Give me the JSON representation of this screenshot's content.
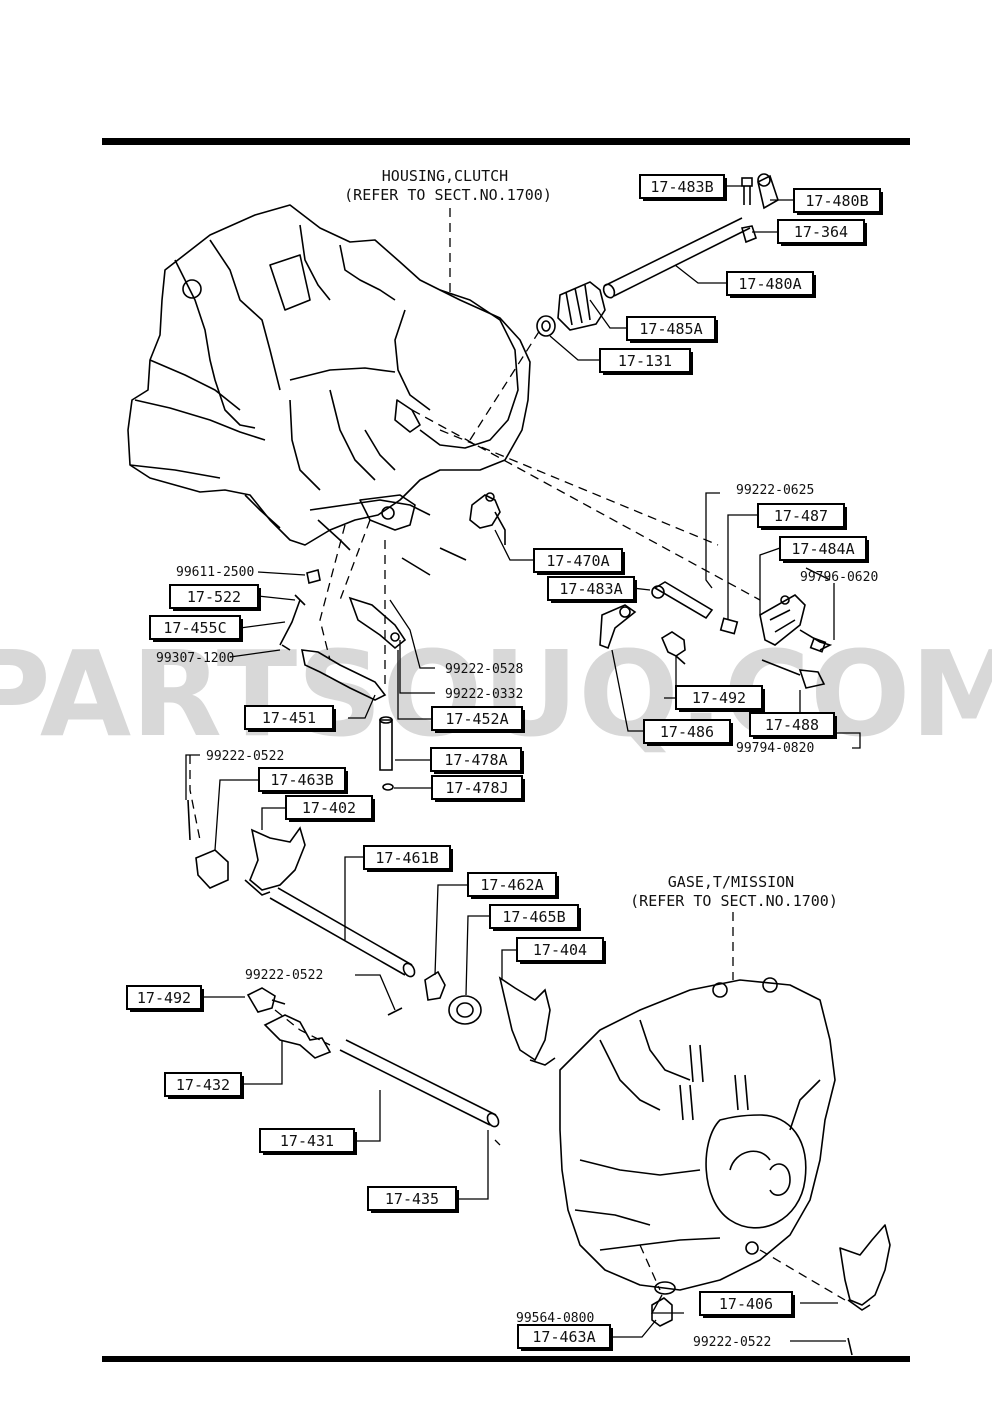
{
  "header_note": {
    "line1": "HOUSING,CLUTCH",
    "line2": "(REFER TO SECT.NO.1700)"
  },
  "case_note": {
    "line1": "GASE,T/MISSION",
    "line2": "(REFER TO SECT.NO.1700)"
  },
  "watermark": "PARTSOUQ.COM",
  "boxed_parts": [
    "17-483B",
    "17-480B",
    "17-364",
    "17-480A",
    "17-485A",
    "17-131",
    "17-487",
    "17-484A",
    "17-470A",
    "17-483A",
    "17-522",
    "17-455C",
    "17-492",
    "17-488",
    "17-486",
    "17-451",
    "17-452A",
    "17-478A",
    "17-478J",
    "17-463B",
    "17-402",
    "17-461B",
    "17-462A",
    "17-465B",
    "17-404",
    "17-492",
    "17-432",
    "17-431",
    "17-435",
    "17-406",
    "17-463A"
  ],
  "plain_parts": [
    "99222-0625",
    "99796-0620",
    "99611-2500",
    "99307-1200",
    "99222-0528",
    "99222-0332",
    "99794-0820",
    "99222-0522",
    "99222-0522",
    "99564-0800",
    "99222-0522"
  ]
}
